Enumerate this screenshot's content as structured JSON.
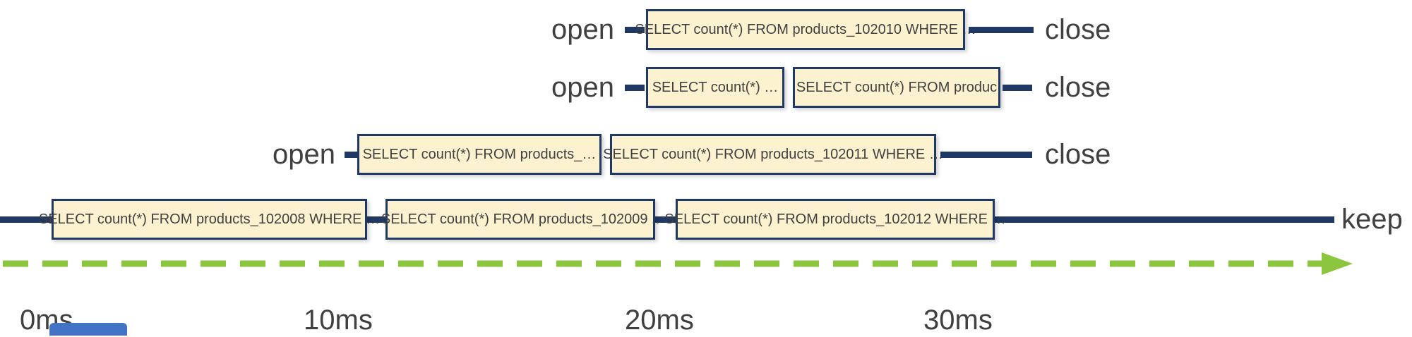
{
  "colors": {
    "navy": "#1f3864",
    "box_fill": "#fdf2d0",
    "box_border": "#1f3864",
    "green_arrow": "#8cc63e",
    "label_text": "#404040",
    "blue_shape": "#4472c4"
  },
  "rows": [
    {
      "open_label": "open",
      "close_label": "close",
      "queries": [
        "SELECT count(*) FROM products_102010 WHERE …"
      ]
    },
    {
      "open_label": "open",
      "close_label": "close",
      "queries": [
        "SELECT count(*) …",
        "SELECT count(*) FROM  produc"
      ]
    },
    {
      "open_label": "open",
      "close_label": "close",
      "queries": [
        "SELECT count(*) FROM products_…",
        "SELECT count(*) FROM products_102011 WHERE …"
      ]
    },
    {
      "end_label": "keep",
      "queries": [
        "SELECT count(*) FROM products_102008 WHERE …",
        "SELECT count(*) FROM products_102009 ..",
        "SELECT count(*) FROM products_102012 WHERE …"
      ]
    }
  ],
  "time_axis": {
    "ticks": [
      "0ms",
      "10ms",
      "20ms",
      "30ms"
    ]
  }
}
